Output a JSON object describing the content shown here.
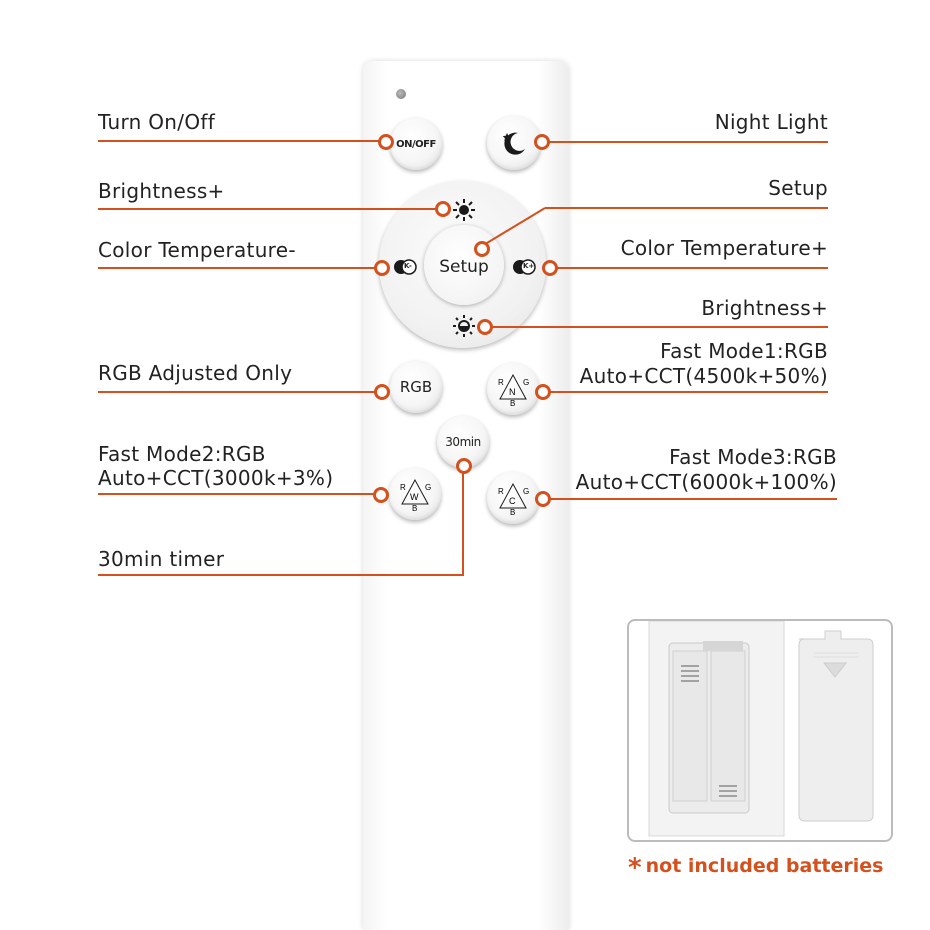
{
  "labels": {
    "turn_on_off": "Turn On/Off",
    "night_light": "Night Light",
    "brightness_plus_left": "Brightness+",
    "setup": "Setup",
    "color_temp_minus": "Color Temperature-",
    "color_temp_plus": "Color Temperature+",
    "brightness_plus_right": "Brightness+",
    "rgb_adjusted": "RGB Adjusted Only",
    "fast_mode1_line1": "Fast Mode1:RGB",
    "fast_mode1_line2": "Auto+CCT(4500k+50%)",
    "fast_mode2_line1": "Fast Mode2:RGB",
    "fast_mode2_line2": "Auto+CCT(3000k+3%)",
    "fast_mode3_line1": "Fast Mode3:RGB",
    "fast_mode3_line2": "Auto+CCT(6000k+100%)",
    "timer": "30min timer"
  },
  "buttons": {
    "on_off": "ON/OFF",
    "setup": "Setup",
    "k_minus": "K-",
    "k_plus": "K+",
    "rgb": "RGB",
    "timer": "30min",
    "mode_n": "N",
    "mode_w": "W",
    "mode_c": "C",
    "r": "R",
    "g": "G",
    "b": "B"
  },
  "note": {
    "star": "*",
    "text": "not included batteries"
  },
  "colors": {
    "accent": "#d4511e",
    "text": "#222222"
  }
}
